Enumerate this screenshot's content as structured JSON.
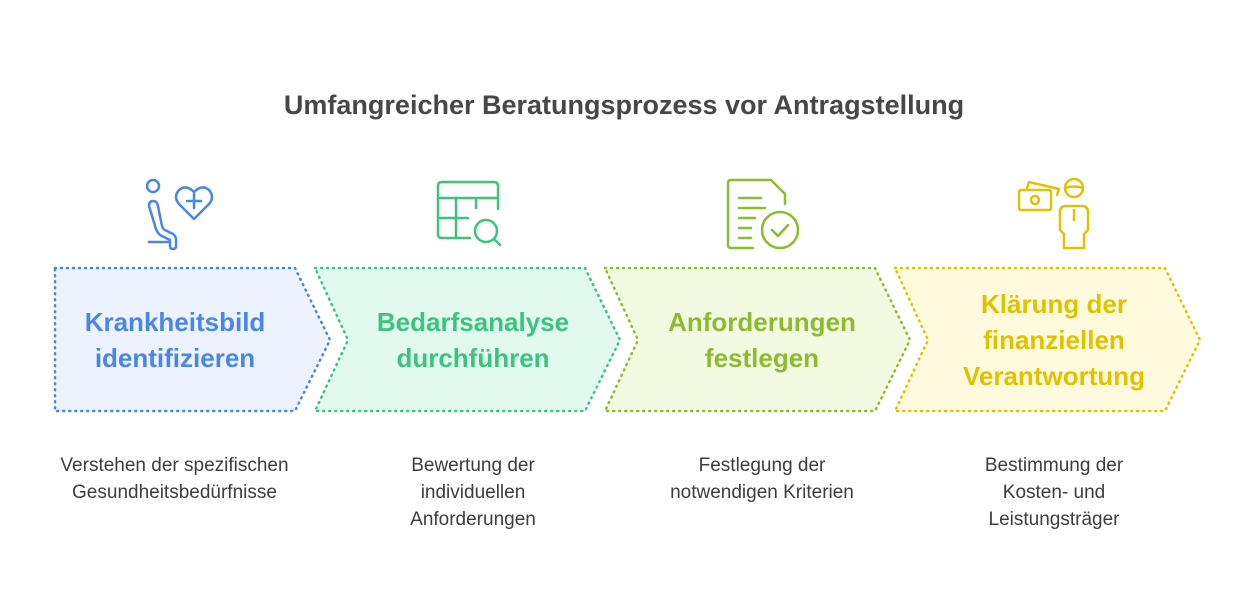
{
  "title": "Umfangreicher Beratungsprozess vor Antragstellung",
  "steps": [
    {
      "label": "Krankheitsbild identifizieren",
      "description": "Verstehen der spezifischen Gesundheitsbedürfnisse",
      "icon": "patient-heart-icon",
      "color": "#4a86e8",
      "fill": "#ecf3fe"
    },
    {
      "label": "Bedarfsanalyse durchführen",
      "description": "Bewertung der individuellen Anforderungen",
      "icon": "table-search-icon",
      "color": "#3cc47f",
      "fill": "#e1f9ef"
    },
    {
      "label": "Anforderungen festlegen",
      "description": "Festlegung der notwendigen Kriterien",
      "icon": "document-check-icon",
      "color": "#8dbb2f",
      "fill": "#f2fbe2"
    },
    {
      "label": "Klärung der finanziellen Verantwortung",
      "description": "Bestimmung der Kosten- und Leistungsträger",
      "icon": "money-person-icon",
      "color": "#e0c300",
      "fill": "#fff9dd"
    }
  ]
}
